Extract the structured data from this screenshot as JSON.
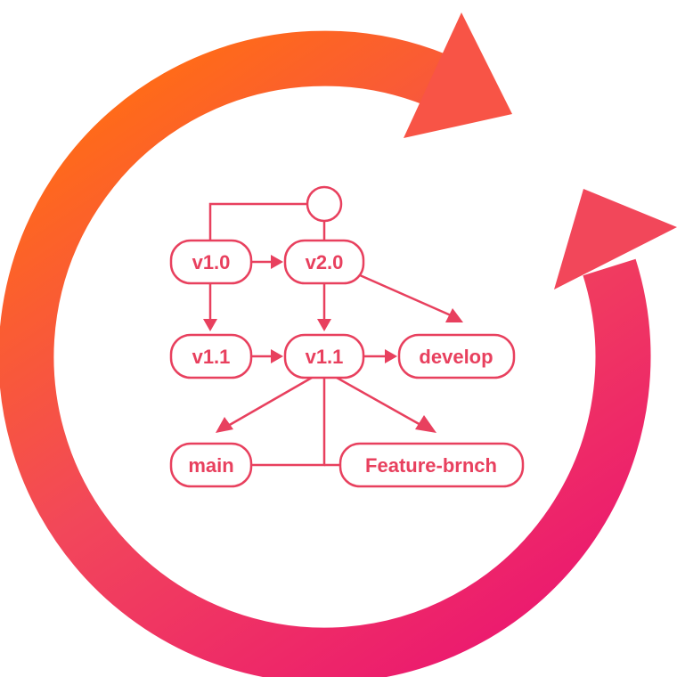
{
  "colors": {
    "ring_start": "#ff6a1a",
    "ring_mid": "#f2475a",
    "ring_end": "#ec1c6e",
    "diagram": "#e8405e"
  },
  "nodes": {
    "v1_0": "v1.0",
    "v2_0": "v2.0",
    "v1_1_left": "v1.1",
    "v1_1_center": "v1.1",
    "develop": "develop",
    "main": "main",
    "feature": "Feature-brnch"
  }
}
